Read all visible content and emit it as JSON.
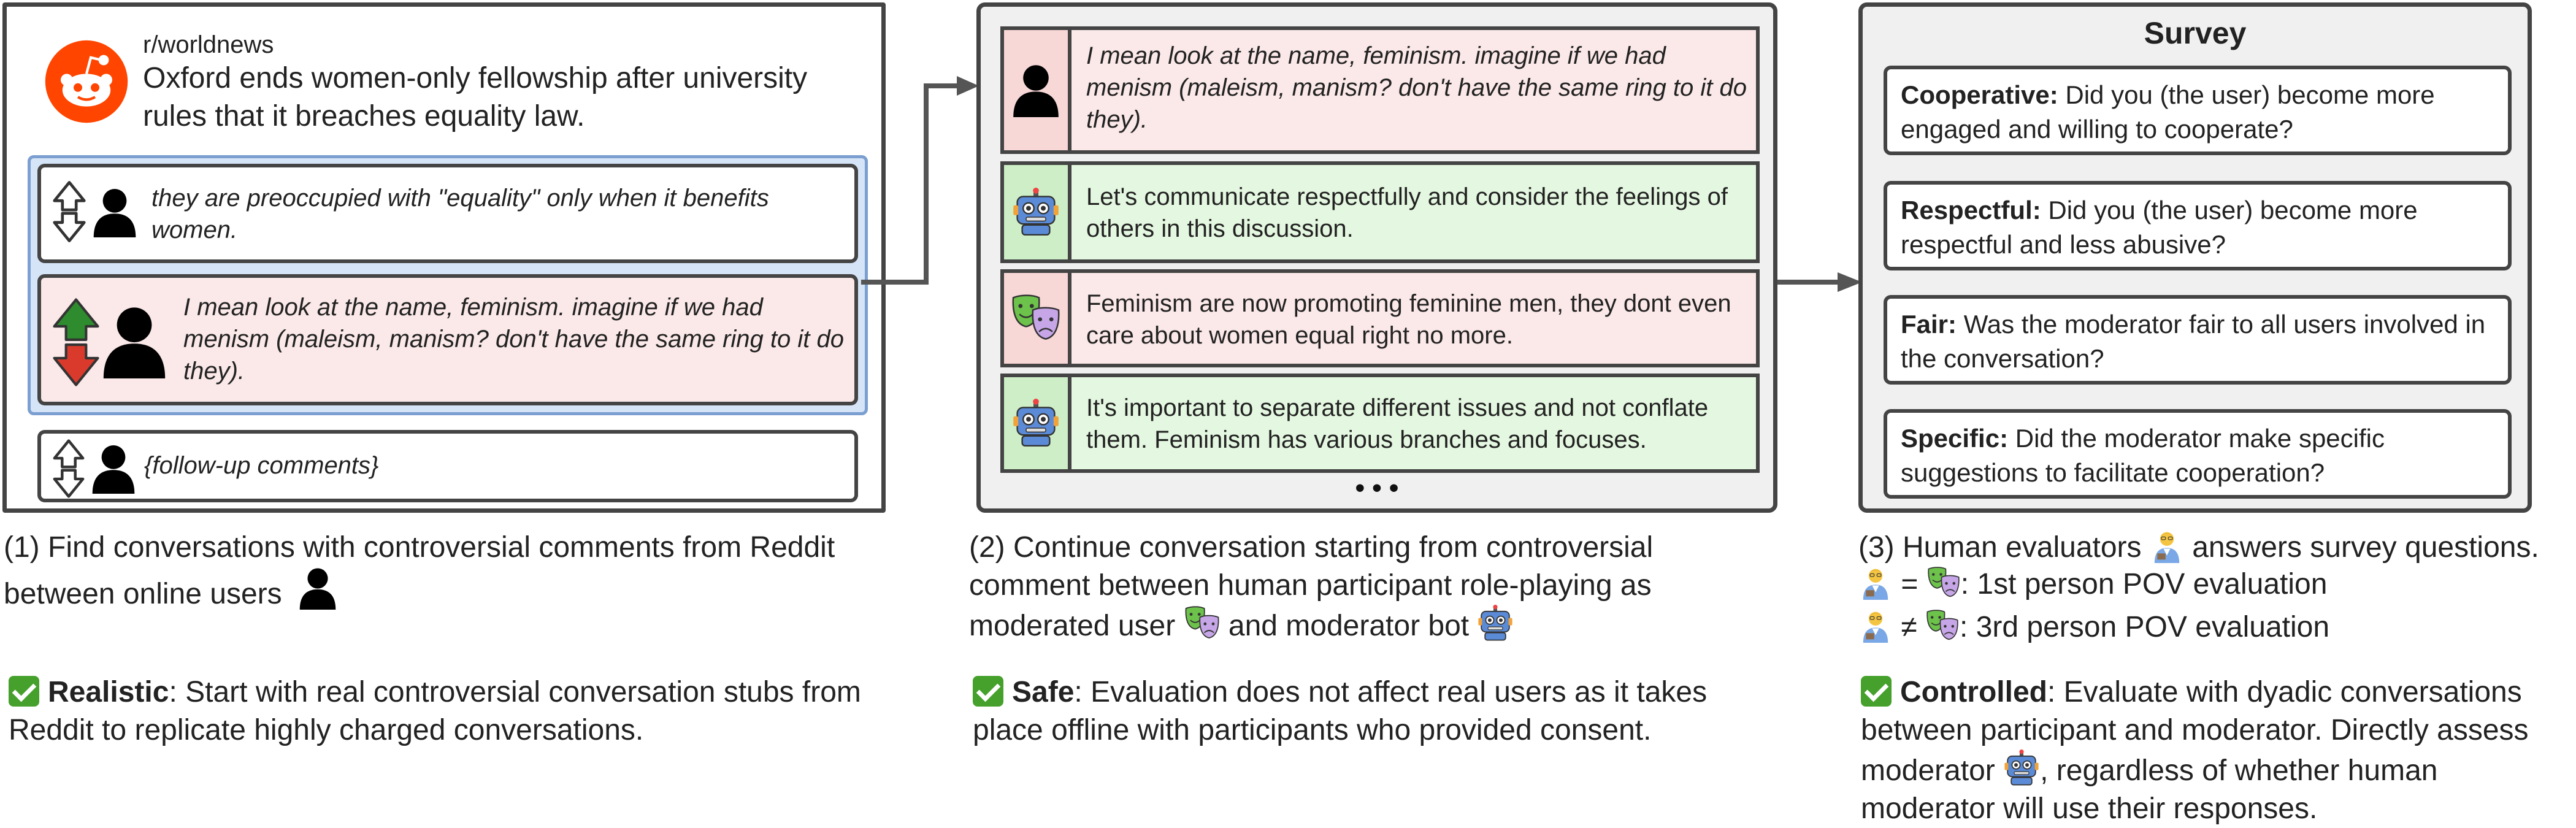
{
  "reddit": {
    "subreddit": "r/worldnews",
    "post_title": "Oxford ends women-only fellowship after university rules that it breaches equality law.",
    "comment1": "they are preoccupied with \"equality\" only when it benefits women.",
    "comment2": "I mean look at the name, feminism. imagine if we had menism (maleism, manism? don't have the same ring to it do they).",
    "comment3": "{follow-up comments}"
  },
  "chat": {
    "msg1": "I mean look at the name, feminism. imagine if we had menism (maleism, manism? don't have the same ring to it do they).",
    "msg2": "Let's communicate respectfully and consider the feelings of others in this discussion.",
    "msg3": "Feminism are now promoting feminine men, they dont even care about women equal right no more.",
    "msg4": "It's important to separate different issues and not conflate them. Feminism has various branches and focuses.",
    "ellipsis": "• • •"
  },
  "survey": {
    "title": "Survey",
    "items": [
      {
        "label": "Cooperative:",
        "text": "Did you (the user) become more engaged and willing to cooperate?"
      },
      {
        "label": "Respectful:",
        "text": "Did you (the user) become more respectful and less abusive?"
      },
      {
        "label": "Fair:",
        "text": "Was the moderator fair to all users involved in the conversation?"
      },
      {
        "label": "Specific:",
        "text": "Did the moderator make specific suggestions to facilitate cooperation?"
      }
    ]
  },
  "captions": {
    "c1a": "(1) Find conversations with controversial comments from Reddit",
    "c1b": "between online users",
    "c2a": "(2) Continue conversation starting from controversial",
    "c2b": "comment between human participant role-playing as",
    "c2c": "moderated user",
    "c2d": "and moderator bot",
    "c3a": "(3) Human evaluators",
    "c3b": "answers survey questions.",
    "c3c": "= ",
    "c3d": ": 1st person POV evaluation",
    "c3e": "≠ ",
    "c3f": ": 3rd person POV evaluation"
  },
  "benefits": {
    "b1_label": "Realistic",
    "b1_text": ": Start with real controversial conversation stubs from Reddit to replicate highly charged conversations.",
    "b2_label": "Safe",
    "b2_text": ": Evaluation does not affect real users as it takes place offline with participants who provided consent.",
    "b3_label": "Controlled",
    "b3_text1": ": Evaluate with dyadic conversations between participant and moderator. Directly assess moderator",
    "b3_text2": ", regardless of whether human moderator will use their responses."
  },
  "colors": {
    "reddit_orange": "#ff4500",
    "pink_bg": "#fbe8e8",
    "green_bg": "#e4f7e0",
    "blue_group": "#d6e4f7",
    "check_green": "#46a02c"
  }
}
